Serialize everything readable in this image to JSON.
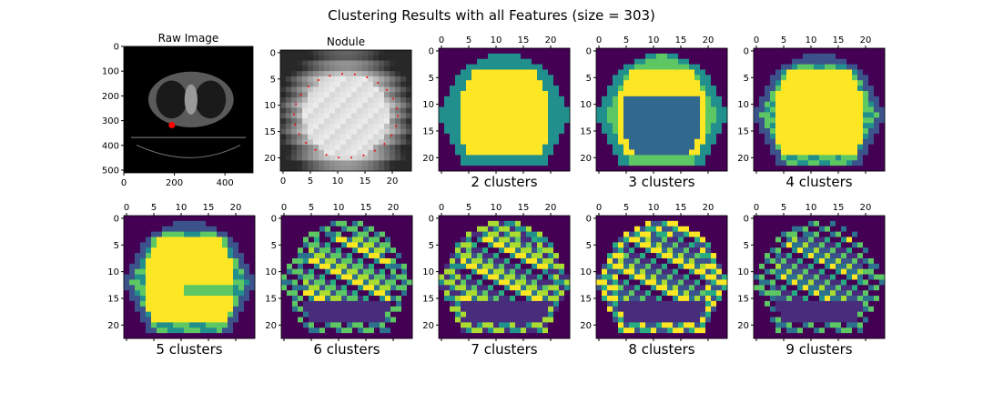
{
  "figure": {
    "title": "Clustering Results with all Features (size = 303)"
  },
  "chart_data": [
    {
      "type": "image",
      "title": "Raw Image",
      "xlabel": "",
      "ylabel": "",
      "x_ticks": [
        0,
        200,
        400
      ],
      "y_ticks": [
        0,
        100,
        200,
        300,
        400,
        500
      ],
      "xlim": [
        0,
        511
      ],
      "ylim": [
        511,
        0
      ],
      "annotations": [
        {
          "kind": "marker",
          "x": 190,
          "y": 318,
          "color": "#ff0000"
        }
      ],
      "colormap": "gray"
    },
    {
      "type": "image",
      "title": "Nodule",
      "x_ticks": [
        0,
        5,
        10,
        15,
        20
      ],
      "y_ticks": [
        0,
        5,
        10,
        15,
        20
      ],
      "xlim": [
        -0.5,
        23.5
      ],
      "ylim": [
        22.5,
        -0.5
      ],
      "annotations": [
        {
          "kind": "dotted-contour",
          "color": "#ff0000"
        }
      ],
      "colormap": "gray"
    },
    {
      "type": "heatmap",
      "xlabel": "2 clusters",
      "clusters": 2,
      "x_ticks": [
        0,
        5,
        10,
        15,
        20
      ],
      "y_ticks": [
        0,
        5,
        10,
        15,
        20
      ],
      "tick_position_x": "top",
      "colormap": "viridis"
    },
    {
      "type": "heatmap",
      "xlabel": "3 clusters",
      "clusters": 3,
      "x_ticks": [
        0,
        5,
        10,
        15,
        20
      ],
      "y_ticks": [
        0,
        5,
        10,
        15,
        20
      ],
      "tick_position_x": "top",
      "colormap": "viridis"
    },
    {
      "type": "heatmap",
      "xlabel": "4 clusters",
      "clusters": 4,
      "x_ticks": [
        0,
        5,
        10,
        15,
        20
      ],
      "y_ticks": [
        0,
        5,
        10,
        15,
        20
      ],
      "tick_position_x": "top",
      "colormap": "viridis"
    },
    {
      "type": "heatmap",
      "xlabel": "5 clusters",
      "clusters": 5,
      "x_ticks": [
        0,
        5,
        10,
        15,
        20
      ],
      "y_ticks": [
        0,
        5,
        10,
        15,
        20
      ],
      "tick_position_x": "top",
      "colormap": "viridis"
    },
    {
      "type": "heatmap",
      "xlabel": "6 clusters",
      "clusters": 6,
      "x_ticks": [
        0,
        5,
        10,
        15,
        20
      ],
      "y_ticks": [
        0,
        5,
        10,
        15,
        20
      ],
      "tick_position_x": "top",
      "colormap": "viridis"
    },
    {
      "type": "heatmap",
      "xlabel": "7 clusters",
      "clusters": 7,
      "x_ticks": [
        0,
        5,
        10,
        15,
        20
      ],
      "y_ticks": [
        0,
        5,
        10,
        15,
        20
      ],
      "tick_position_x": "top",
      "colormap": "viridis"
    },
    {
      "type": "heatmap",
      "xlabel": "8 clusters",
      "clusters": 8,
      "x_ticks": [
        0,
        5,
        10,
        15,
        20
      ],
      "y_ticks": [
        0,
        5,
        10,
        15,
        20
      ],
      "tick_position_x": "top",
      "colormap": "viridis"
    },
    {
      "type": "heatmap",
      "xlabel": "9 clusters",
      "clusters": 9,
      "x_ticks": [
        0,
        5,
        10,
        15,
        20
      ],
      "y_ticks": [
        0,
        5,
        10,
        15,
        20
      ],
      "tick_position_x": "top",
      "colormap": "viridis"
    }
  ]
}
